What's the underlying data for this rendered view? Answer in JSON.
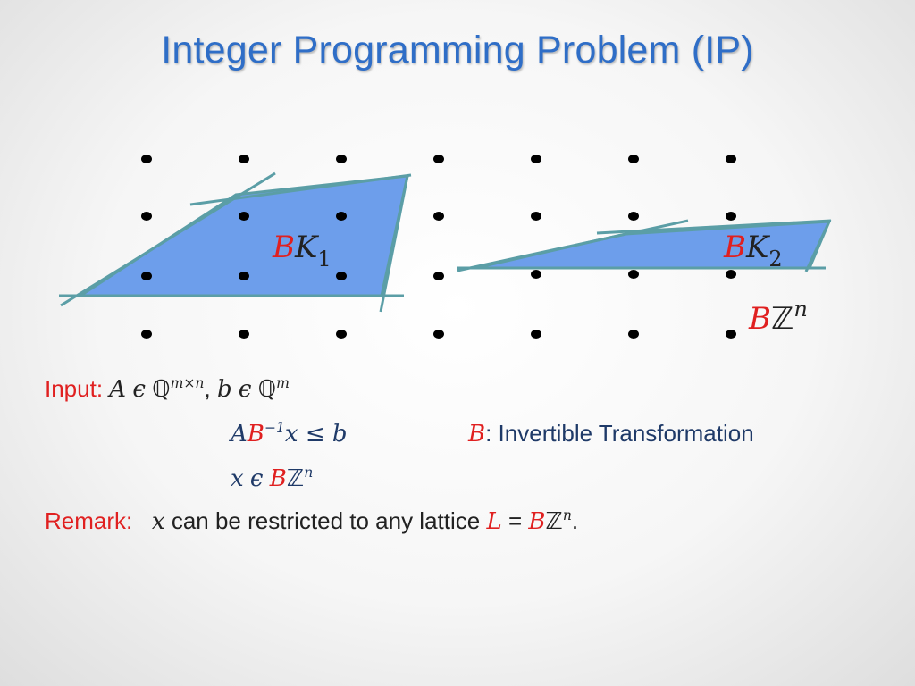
{
  "title": "Integer Programming Problem (IP)",
  "diagram": {
    "label_k1": {
      "b": "B",
      "k": "K",
      "sub": "1"
    },
    "label_k2": {
      "b": "B",
      "k": "K",
      "sub": "2"
    },
    "label_lattice": {
      "b": "B",
      "z": "ℤ",
      "sup": "n"
    },
    "colors": {
      "fill": "#6d9eeb",
      "edge": "#5b9ea6",
      "dot": "#000000",
      "red": "#e02020"
    }
  },
  "input": {
    "label": "Input:",
    "A": "A",
    "in1": "ϵ",
    "Q1": "ℚ",
    "sup1": "m×n",
    "comma": ",",
    "b": "b",
    "in2": "ϵ",
    "Q2": "ℚ",
    "sup2": "m"
  },
  "constraint": {
    "A": "A",
    "B": "B",
    "sup": "−1",
    "rest": "x ≤ b"
  },
  "transform": {
    "B": "B",
    "text": ": Invertible Transformation"
  },
  "membership": {
    "x": "x",
    "in": "ϵ",
    "B": "B",
    "Z": "ℤ",
    "sup": "n"
  },
  "remark": {
    "label": "Remark:",
    "x": "x",
    "text": " can be restricted to any lattice ",
    "L": "L",
    "eq": " = ",
    "B": "B",
    "Z": "ℤ",
    "sup": "n",
    "period": "."
  }
}
